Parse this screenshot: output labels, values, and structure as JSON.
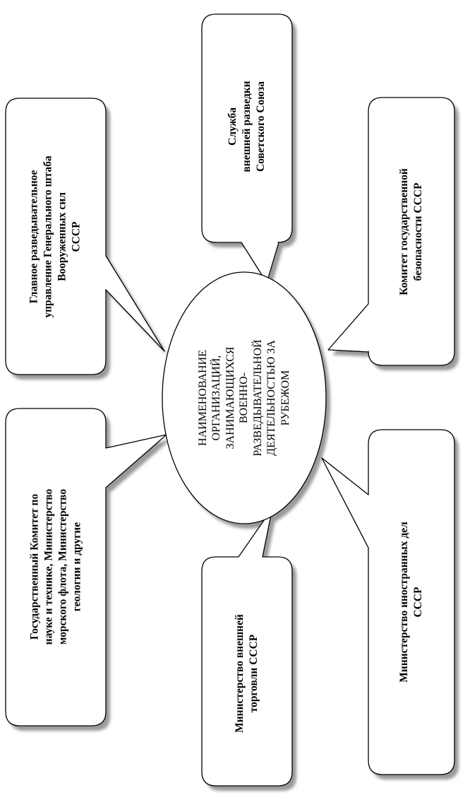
{
  "center": {
    "text": "НАИМЕНОВАНИЕ\nОРГАНИЗАЦИЙ,\nЗАНИМАЮЩИХСЯ\nВОЕННО-\nРАЗВЕДЫВАТЕЛЬНОЙ\nДЕЯТЕЛЬНОСТЬЮ ЗА\nРУБЕЖОМ"
  },
  "boxes": [
    {
      "id": "gru",
      "text": "Главное разведывательное\nуправление Генерального штаба\nВооруженных сил\nСССР"
    },
    {
      "id": "svr",
      "text": "Служба\nвнешней разведки\nСоветского Союза"
    },
    {
      "id": "kgb",
      "text": "Комитет государственной\nбезопасности СССР"
    },
    {
      "id": "gknt",
      "text": "Государственный Комитет по\nнауке и технике, Министерство\nморского флота, Министерство\nгеологии и другие"
    },
    {
      "id": "mvt",
      "text": "Министерство внешней\nторговли СССР"
    },
    {
      "id": "mid",
      "text": "Министерство иностранных дел\nСССР"
    }
  ],
  "colors": {
    "stroke": "#000000",
    "fill": "#ffffff",
    "shadow": "#9a9a9a"
  }
}
